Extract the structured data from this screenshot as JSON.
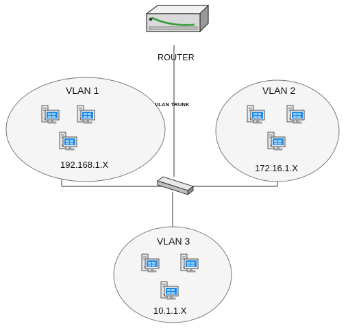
{
  "router": {
    "label": "ROUTER",
    "icon": "router-icon"
  },
  "trunk": {
    "label": "VLAN TRUNK"
  },
  "switch": {
    "icon": "switch-icon"
  },
  "vlans": [
    {
      "name": "VLAN 1",
      "subnet": "192.168.1.X",
      "pcs": 3
    },
    {
      "name": "VLAN 2",
      "subnet": "172.16.1.X",
      "pcs": 3
    },
    {
      "name": "VLAN 3",
      "subnet": "10.1.1.X",
      "pcs": 3
    }
  ],
  "colors": {
    "line": "#555555",
    "ellipse_fill": "#f5f5f5",
    "ellipse_stroke": "#777777",
    "screen": "#1e88e5",
    "device_body": "#e6e6e6",
    "device_stroke": "#333333"
  },
  "icons": {
    "pc": "workstation-icon"
  }
}
